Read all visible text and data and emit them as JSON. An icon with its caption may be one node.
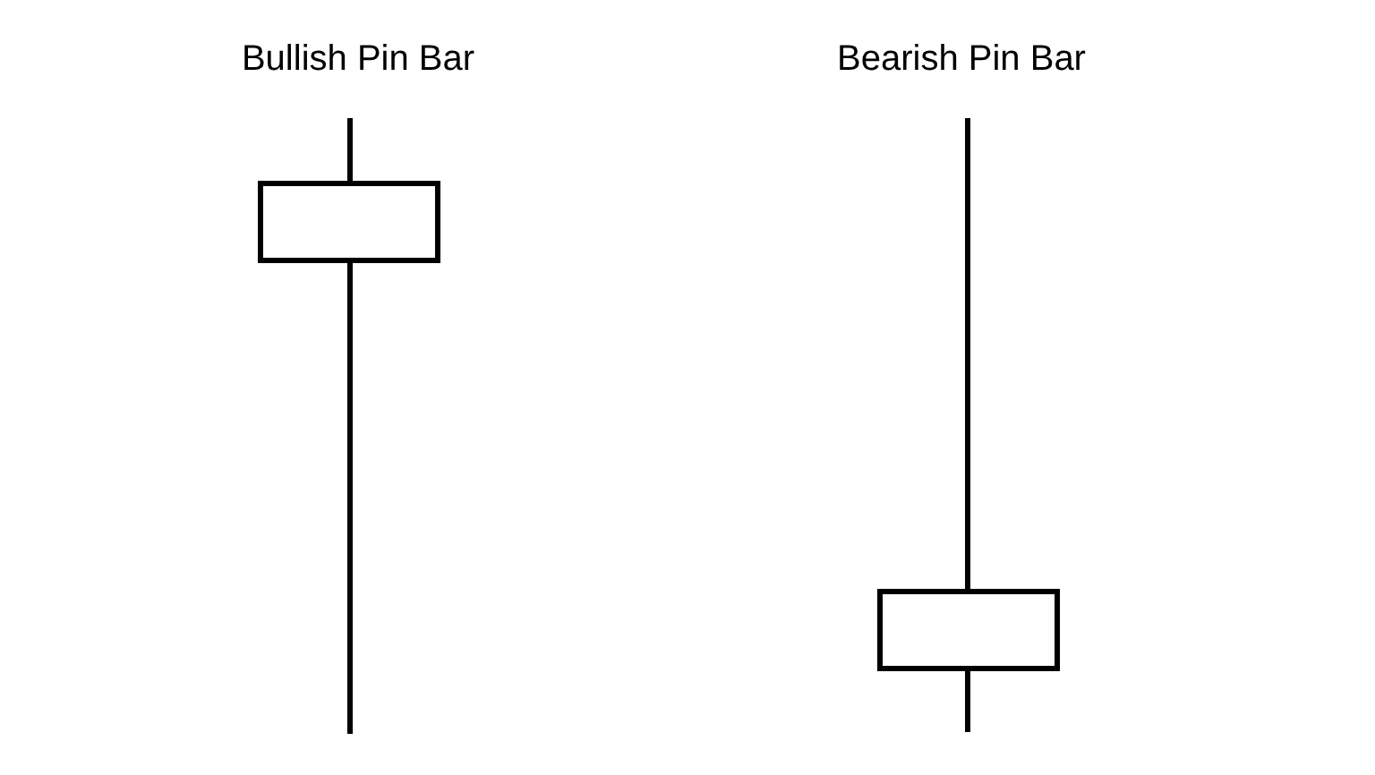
{
  "diagram": {
    "nodes": [
      {
        "text": [],
        "shape": "box"
      },
      {
        "text": [],
        "shape": "box"
      }
    ],
    "labels": [
      "Bullish Pin Bar",
      "Bearish Pin Bar"
    ]
  }
}
